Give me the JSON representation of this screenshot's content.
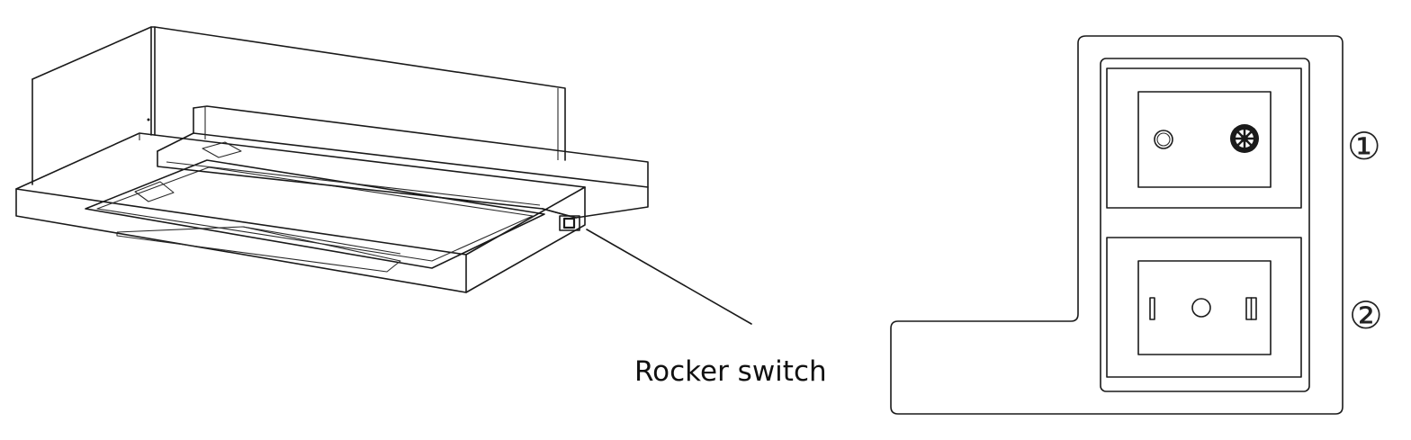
{
  "callout": {
    "label": "Rocker switch"
  },
  "switch_panel": {
    "markers": [
      {
        "label": "①",
        "icon": "fan-icon"
      },
      {
        "label": "②",
        "icon": "light-icon"
      }
    ]
  }
}
